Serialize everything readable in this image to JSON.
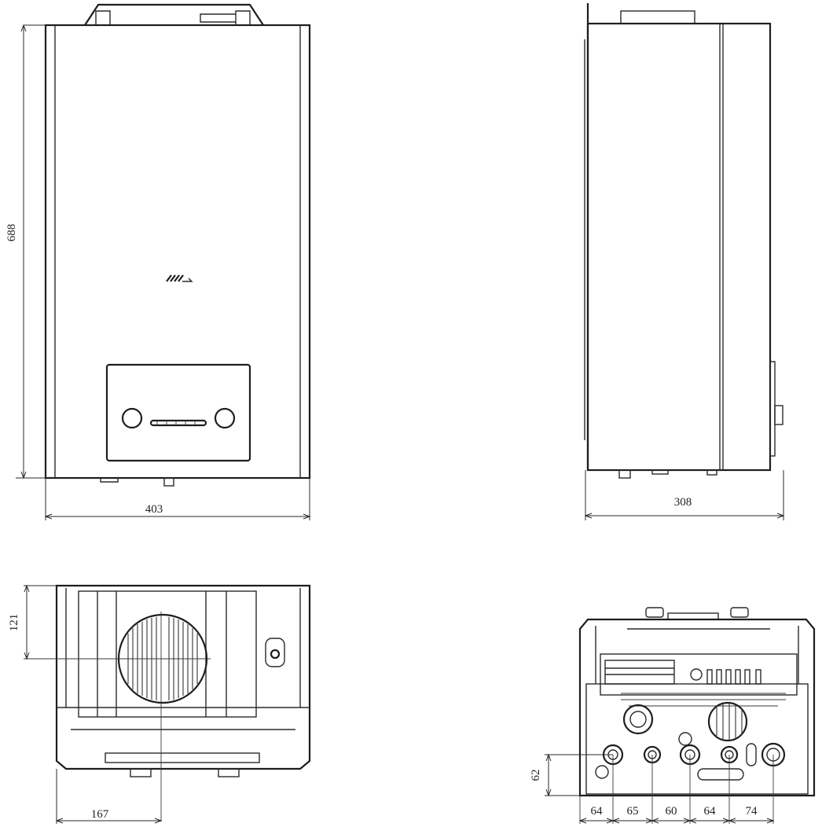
{
  "front_view": {
    "height_label": "688",
    "width_label": "403"
  },
  "side_view": {
    "depth_label": "308"
  },
  "top_view": {
    "offset_y_label": "121",
    "offset_x_label": "167"
  },
  "bottom_view": {
    "height_label": "62",
    "spacings": [
      "64",
      "65",
      "60",
      "64",
      "74"
    ]
  },
  "colors": {
    "line": "#2a2a2a",
    "background": "#ffffff"
  }
}
